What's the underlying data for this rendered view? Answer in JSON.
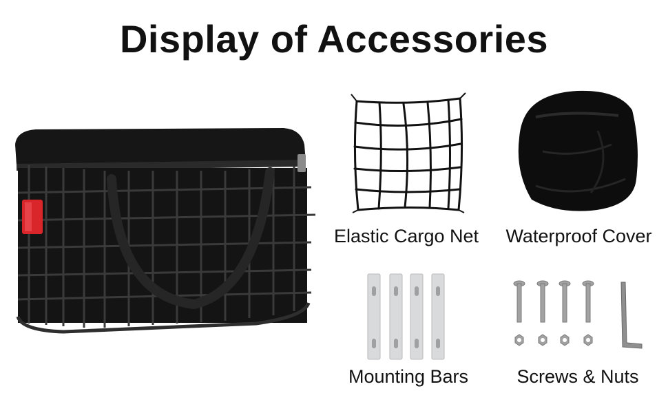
{
  "page": {
    "title": "Display of Accessories"
  },
  "items": [
    {
      "label": "Elastic Cargo Net"
    },
    {
      "label": "Waterproof Cover"
    },
    {
      "label": "Mounting Bars"
    },
    {
      "label": "Screws & Nuts"
    }
  ],
  "colors": {
    "text": "#111111",
    "basket": "#1a1a1a",
    "reflector": "#d8262b",
    "bars": "#d9dadc",
    "metal": "#9a9a9a"
  }
}
